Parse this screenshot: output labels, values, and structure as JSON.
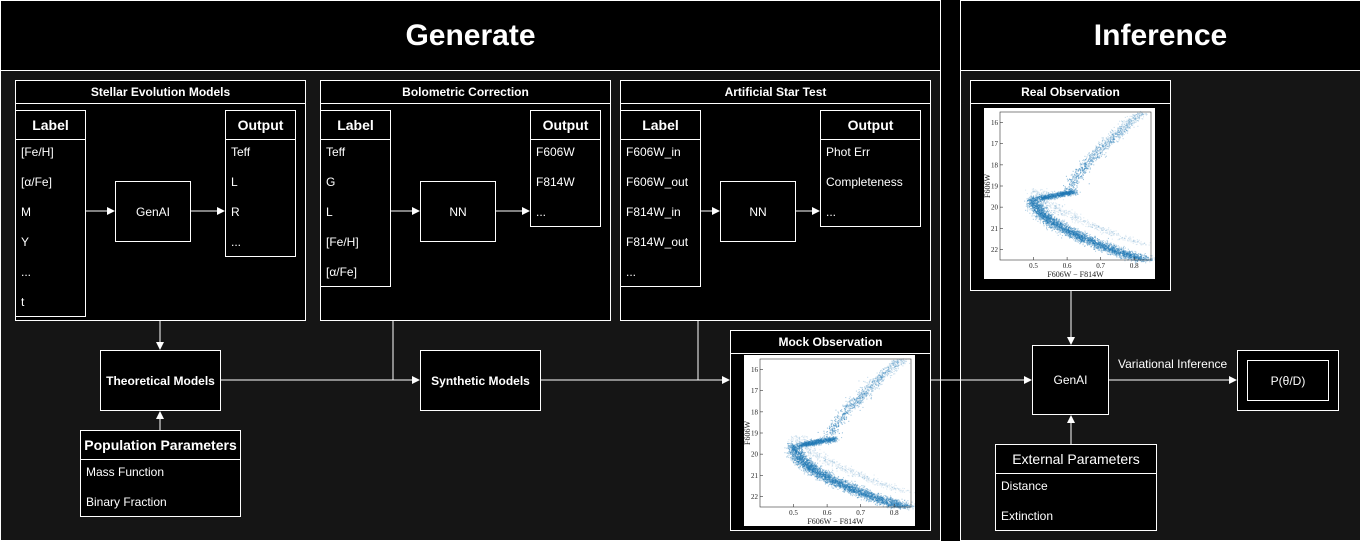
{
  "generate": {
    "title": "Generate"
  },
  "inference": {
    "title": "Inference"
  },
  "stellar_evolution": {
    "title": "Stellar Evolution Models",
    "label_header": "Label",
    "labels": [
      "[Fe/H]",
      "[α/Fe]",
      "M",
      "Y",
      "...",
      "t"
    ],
    "model": "GenAI",
    "output_header": "Output",
    "outputs": [
      "Teff",
      "L",
      "R",
      "..."
    ]
  },
  "bolometric": {
    "title": "Bolometric Correction",
    "label_header": "Label",
    "labels": [
      "Teff",
      "G",
      "L",
      "[Fe/H]",
      "[α/Fe]"
    ],
    "model": "NN",
    "output_header": "Output",
    "outputs": [
      "F606W",
      "F814W",
      "..."
    ]
  },
  "artificial_star": {
    "title": "Artificial Star Test",
    "label_header": "Label",
    "labels": [
      "F606W_in",
      "F606W_out",
      "F814W_in",
      "F814W_out",
      "..."
    ],
    "model": "NN",
    "output_header": "Output",
    "outputs": [
      "Phot Err",
      "Completeness",
      "..."
    ]
  },
  "theoretical_models": "Theoretical Models",
  "synthetic_models": "Synthetic Models",
  "population": {
    "title": "Population Parameters",
    "items": [
      "Mass Function",
      "Binary Fraction"
    ]
  },
  "mock_observation": {
    "title": "Mock Observation",
    "plot": {
      "xlabel": "F606W − F814W",
      "ylabel": "F606W",
      "xticks": [
        "0.5",
        "0.6",
        "0.7",
        "0.8"
      ],
      "yticks": [
        "16",
        "17",
        "18",
        "19",
        "20",
        "21",
        "22"
      ]
    }
  },
  "real_observation": {
    "title": "Real Observation",
    "plot": {
      "xlabel": "F606W − F814W",
      "ylabel": "F606W",
      "xticks": [
        "0.5",
        "0.6",
        "0.7",
        "0.8"
      ],
      "yticks": [
        "16",
        "17",
        "18",
        "19",
        "20",
        "21",
        "22"
      ]
    }
  },
  "inference_genai": "GenAI",
  "variational_label": "Variational Inference",
  "posterior": "P(θ/D)",
  "external": {
    "title": "External Parameters",
    "items": [
      "Distance",
      "Extinction"
    ]
  },
  "colors": {
    "background": "#000000",
    "panel": "#151515",
    "line": "#ffffff",
    "points": "#1f77b4"
  }
}
